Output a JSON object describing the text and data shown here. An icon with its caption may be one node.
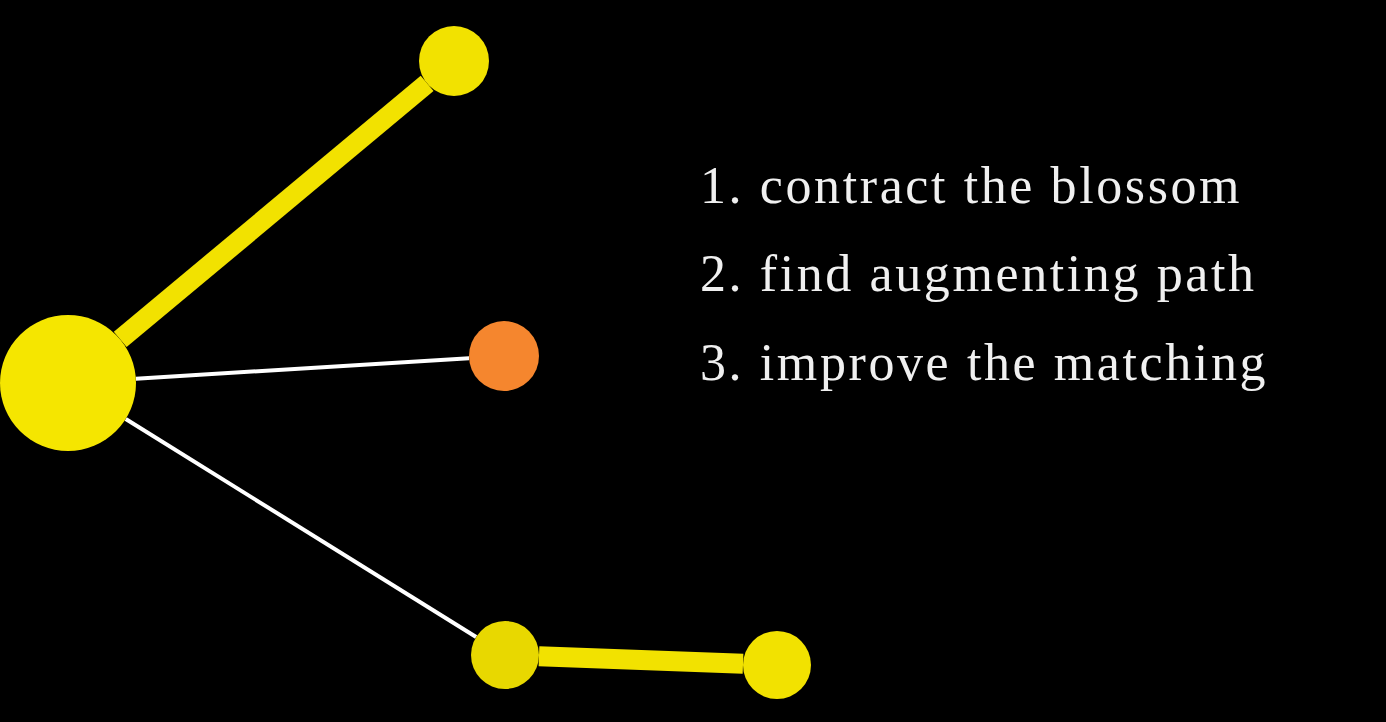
{
  "diagram": {
    "nodes": [
      {
        "text": [],
        "shape": "circle"
      },
      {
        "text": [],
        "shape": "circle"
      },
      {
        "text": [],
        "shape": "circle"
      },
      {
        "text": [],
        "shape": "circle"
      },
      {
        "text": [],
        "shape": "circle"
      }
    ],
    "edges": [
      {
        "from": 1,
        "to": 0,
        "arrow": "none",
        "style": "thick",
        "color": "#f2e200"
      },
      {
        "from": 2,
        "to": 0,
        "arrow": "none",
        "color": "#ffffff"
      },
      {
        "from": 0,
        "to": 3,
        "arrow": "none",
        "color": "#ffffff"
      },
      {
        "from": 3,
        "to": 4,
        "arrow": "none",
        "style": "thick",
        "color": "#f2e200"
      }
    ],
    "labels": [
      "1. contract the blossom",
      "2. find augmenting path",
      "3. improve the matching"
    ]
  }
}
